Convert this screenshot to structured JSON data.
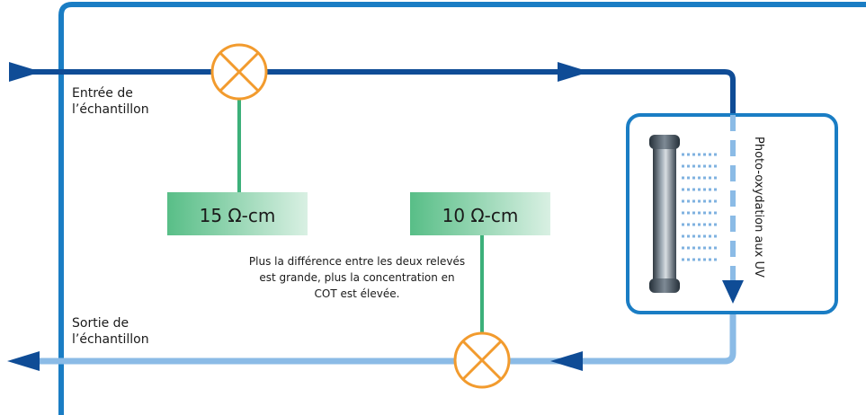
{
  "labels": {
    "inlet_line1": "Entrée de",
    "inlet_line2": "l’échantillon",
    "outlet_line1": "Sortie de",
    "outlet_line2": "l’échantillon",
    "uv_label": "Photo-oxydation aux UV",
    "note_line1": "Plus la différence entre les deux relevés",
    "note_line2": "est grande, plus la concentration en",
    "note_line3": "COT est élevée."
  },
  "sensors": {
    "upstream_value": "15 Ω-cm",
    "downstream_value": "10 Ω-cm"
  },
  "colors": {
    "frame": "#1a7dc4",
    "pipe_inlet": "#0f4c96",
    "pipe_outlet": "#8bbbe6",
    "sensor_line": "#3cb07a",
    "sensor_box_light": "#5fc08c",
    "sensor_box_dark": "#d6efe0",
    "valve": "#f29b2e",
    "lamp": "#4e5a66"
  }
}
